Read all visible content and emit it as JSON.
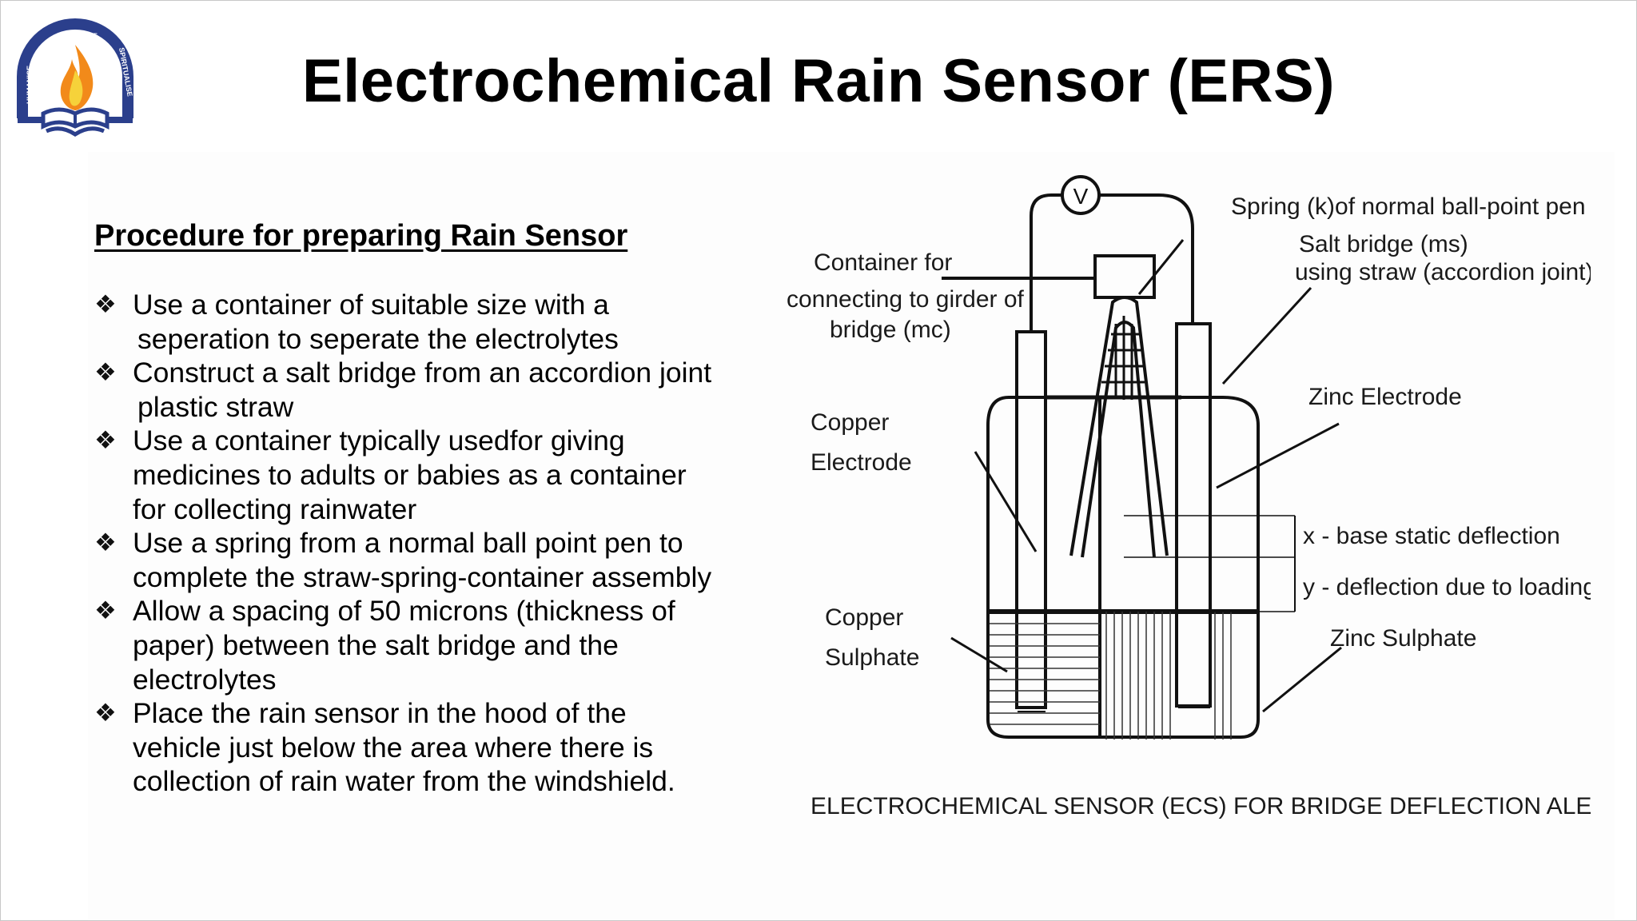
{
  "slide": {
    "title": "Electrochemical Rain Sensor (ERS)",
    "logo": {
      "icon": "institution-emblem-flame-book",
      "text_left": "HUMANISE",
      "text_top": "EQUALISE",
      "text_right": "SPIRITUALISE",
      "colors": {
        "ring": "#2b3f8c",
        "flame_outer": "#f28a1a",
        "flame_inner": "#f6d23a"
      }
    }
  },
  "procedure": {
    "heading": "Procedure for preparing Rain Sensor",
    "bullet": "❖",
    "steps": [
      {
        "lines": [
          "Use a container of suitable size with a",
          "seperation to seperate the electrolytes"
        ]
      },
      {
        "lines": [
          "Construct a salt bridge from an accordion joint",
          "plastic straw"
        ]
      },
      {
        "lines": [
          "Use a container typically usedfor giving",
          "medicines to adults or babies as a container",
          "for collecting rainwater"
        ]
      },
      {
        "lines": [
          "Use a spring from a normal ball point pen to",
          "complete the straw-spring-container assembly"
        ]
      },
      {
        "lines": [
          "Allow a spacing of 50 microns (thickness of",
          "paper) between the salt bridge and the",
          "electrolytes"
        ]
      },
      {
        "lines": [
          "Place the rain sensor in the hood of the",
          "vehicle just below the area where there is",
          "collection of rain water from the windshield."
        ]
      }
    ]
  },
  "diagram": {
    "voltmeter": "V",
    "labels": {
      "container_1": "Container for",
      "container_2": "connecting to girder of",
      "container_3": "bridge (mc)",
      "spring": "Spring (k)of normal ball-point pen",
      "salt_bridge_1": "Salt bridge (ms)",
      "salt_bridge_2": "using straw (accordion joint)",
      "copper_electrode_1": "Copper",
      "copper_electrode_2": "Electrode",
      "zinc_electrode": "Zinc Electrode",
      "x_deflection": "x - base static deflection",
      "y_deflection": "y - deflection due to loading",
      "copper_sulphate_1": "Copper",
      "copper_sulphate_2": "Sulphate",
      "zinc_sulphate": "Zinc Sulphate"
    },
    "caption": "ELECTROCHEMICAL SENSOR (ECS) FOR BRIDGE DEFLECTION ALERT"
  }
}
